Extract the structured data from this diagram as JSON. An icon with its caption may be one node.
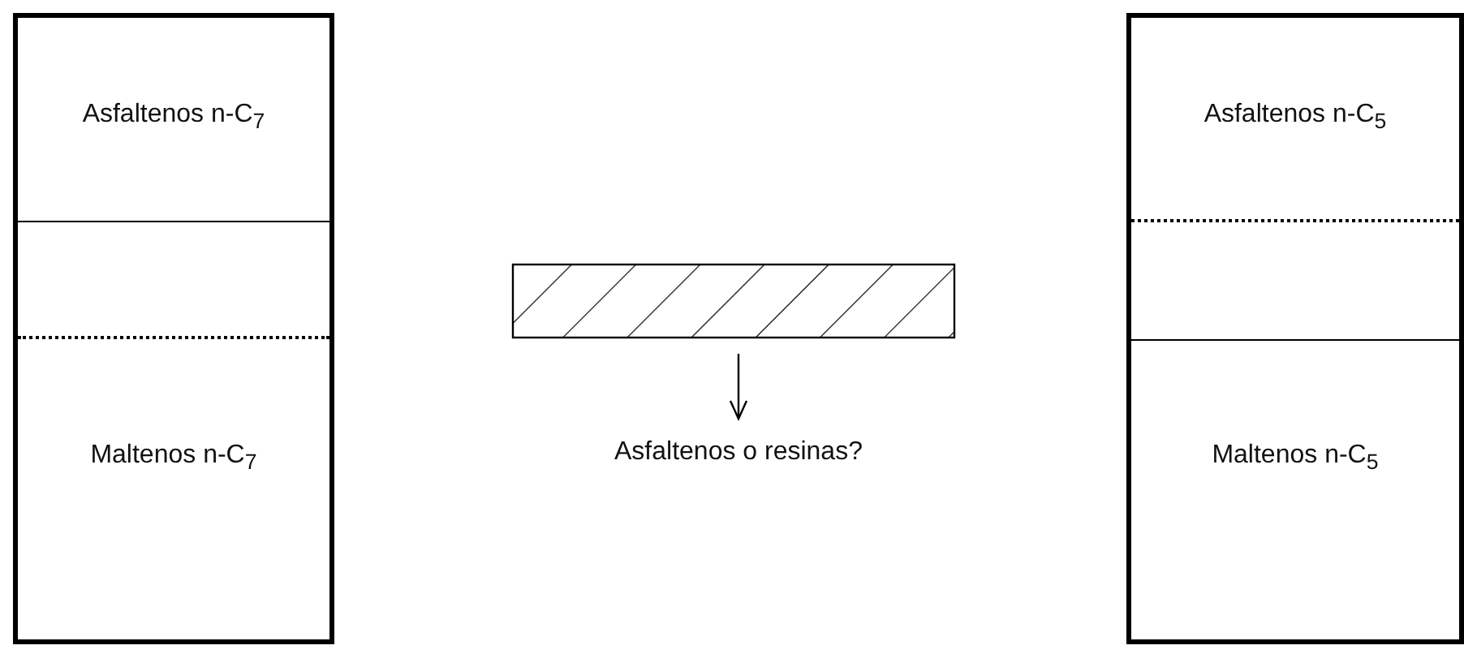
{
  "diagram": {
    "nodes": [
      {
        "text": [
          "Asfaltenos n-C$_{7}$",
          "Maltenos n-C$_{7}$"
        ]
      },
      {
        "text": [],
        "shape": "box"
      },
      {
        "text": [
          "Asfaltenos o resinas?"
        ]
      },
      {
        "text": [
          "Asfaltenos n-C$_{5}$",
          "Maltenos n-C$_{5}$"
        ]
      }
    ],
    "edges": [
      {
        "from": 1,
        "to": 2,
        "arrow": "to"
      }
    ]
  }
}
